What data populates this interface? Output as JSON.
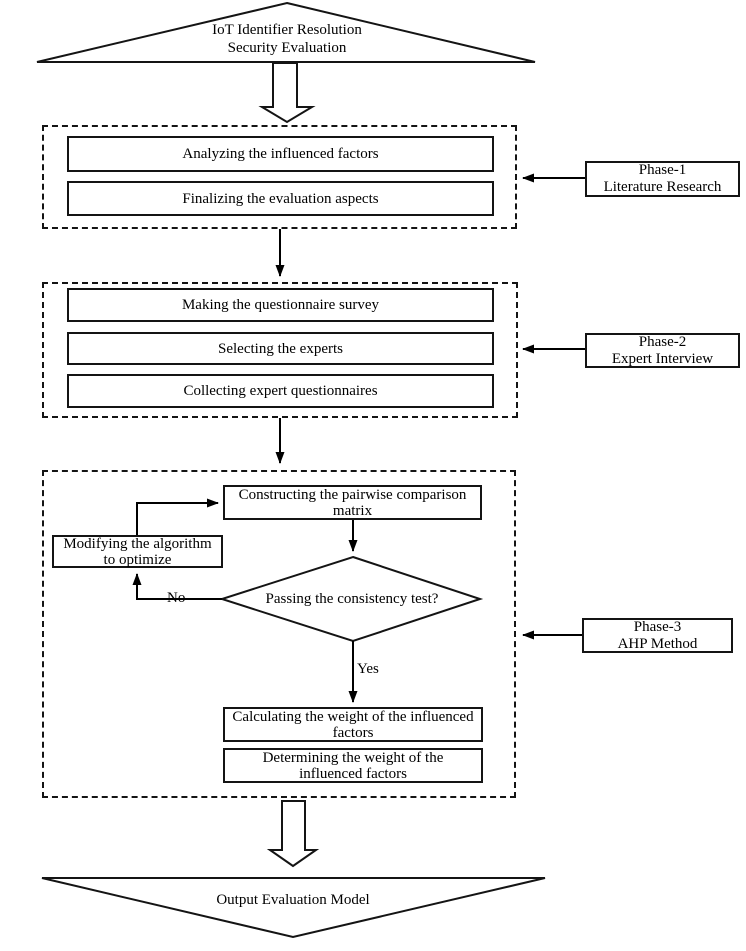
{
  "diagram": {
    "input_terminal": {
      "line1": "IoT Identifier Resolution",
      "line2": "Security Evaluation"
    },
    "phase1": {
      "steps": [
        "Analyzing the influenced factors",
        "Finalizing the evaluation aspects"
      ],
      "label": {
        "line1": "Phase-1",
        "line2": "Literature Research"
      }
    },
    "phase2": {
      "steps": [
        "Making the questionnaire survey",
        "Selecting the experts",
        "Collecting expert questionnaires"
      ],
      "label": {
        "line1": "Phase-2",
        "line2": "Expert Interview"
      }
    },
    "phase3": {
      "construct_step": "Constructing the pairwise comparison matrix",
      "modify_step": "Modifying the algorithm to optimize",
      "decision": "Passing the consistency test?",
      "no_label": "No",
      "yes_label": "Yes",
      "calculate_step": "Calculating the weight of the influenced factors",
      "determine_step": "Determining the weight of the influenced factors",
      "label": {
        "line1": "Phase-3",
        "line2": "AHP Method"
      }
    },
    "output_terminal": {
      "title": "Output Evaluation Model"
    },
    "colors": {
      "line": "#000000",
      "background": "#ffffff"
    }
  }
}
